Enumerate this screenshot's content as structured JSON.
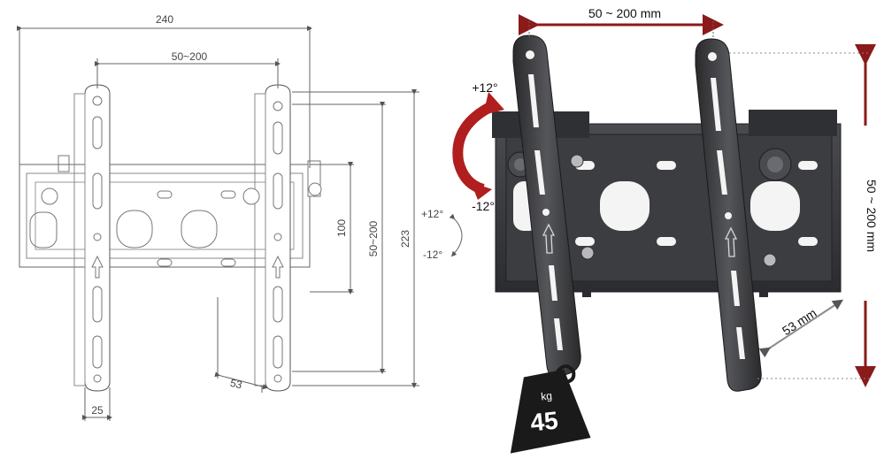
{
  "drawing": {
    "width_total": "240",
    "vesa_h": "50~200",
    "height_total": "223",
    "vesa_v": "50~200",
    "inner_h": "100",
    "depth": "53",
    "rail_w": "25",
    "tilt_up": "+12°",
    "tilt_down": "-12°"
  },
  "photo": {
    "vesa_h": "50 ~ 200 mm",
    "vesa_v": "50 ~ 200 mm",
    "depth": "53 mm",
    "tilt_up": "+12°",
    "tilt_down": "-12°",
    "weight_unit": "kg",
    "weight_value": "45"
  },
  "colors": {
    "dimension_arrow": "#8b1a1a",
    "tilt_arrow": "#b01e1e",
    "metal": "#3a3a3c",
    "weight": "#1a1a1a"
  }
}
